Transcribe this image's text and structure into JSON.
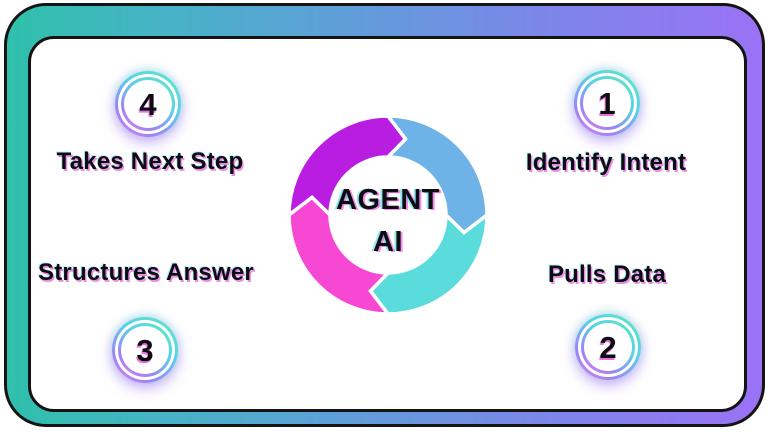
{
  "center": {
    "title_line1": "AGENT",
    "title_line2": "AI",
    "segments": {
      "purple": "#b91de1",
      "blue": "#6eb3e7",
      "cyan": "#5bdcdc",
      "pink": "#f748d3"
    }
  },
  "steps": [
    {
      "number": "1",
      "label": "Identify Intent",
      "position": "top-right"
    },
    {
      "number": "2",
      "label": "Pulls Data",
      "position": "bottom-right"
    },
    {
      "number": "3",
      "label": "Structures Answer",
      "position": "bottom-left"
    },
    {
      "number": "4",
      "label": "Takes Next Step",
      "position": "top-left"
    }
  ],
  "frame": {
    "gradient_left": "#2fc0ab",
    "gradient_middle": "#5f9ed9",
    "gradient_right": "#9a72f6",
    "outline_color": "#141414",
    "card_background": "#ffffff"
  },
  "circle_ring": {
    "gradient_teal": "#5fe6c2",
    "gradient_cyan": "#58d2e8",
    "gradient_violet": "#9b84f4",
    "gradient_pink": "#ee7cea"
  }
}
